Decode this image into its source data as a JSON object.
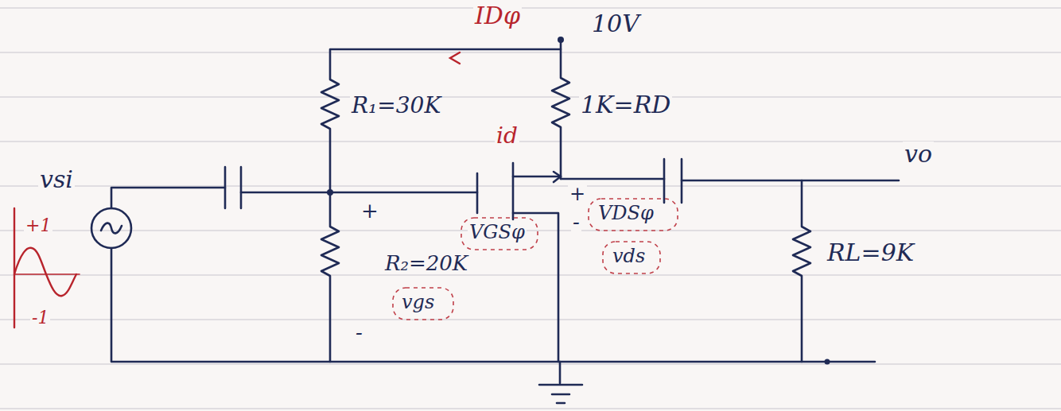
{
  "diagram": {
    "labels": [
      "IDφ",
      "10V",
      "R₁=30K",
      "1K=RD",
      "id",
      "vsi",
      "vo",
      "+1",
      "+",
      "+",
      "-",
      "VDSφ",
      "VGSφ",
      "vds",
      "R₂=20K",
      "RL=9K",
      "vgs",
      "-1",
      "-"
    ]
  }
}
